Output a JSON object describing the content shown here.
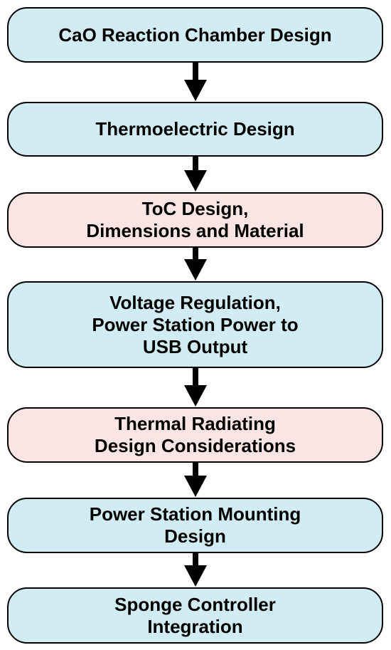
{
  "colors": {
    "blue_fill": "#d1ecf2",
    "pink_fill": "#fbe4e4",
    "border": "#000000",
    "arrow": "#000000"
  },
  "steps": [
    {
      "lines": [
        "CaO Reaction Chamber Design"
      ],
      "fill": "blue"
    },
    {
      "lines": [
        "Thermoelectric Design"
      ],
      "fill": "blue"
    },
    {
      "lines": [
        "ToC Design,",
        "Dimensions and Material"
      ],
      "fill": "pink"
    },
    {
      "lines": [
        "Voltage Regulation,",
        "Power Station Power to",
        "USB Output"
      ],
      "fill": "blue"
    },
    {
      "lines": [
        "Thermal Radiating",
        "Design Considerations"
      ],
      "fill": "pink"
    },
    {
      "lines": [
        "Power Station Mounting",
        "Design"
      ],
      "fill": "blue"
    },
    {
      "lines": [
        "Sponge Controller",
        "Integration"
      ],
      "fill": "blue"
    }
  ]
}
